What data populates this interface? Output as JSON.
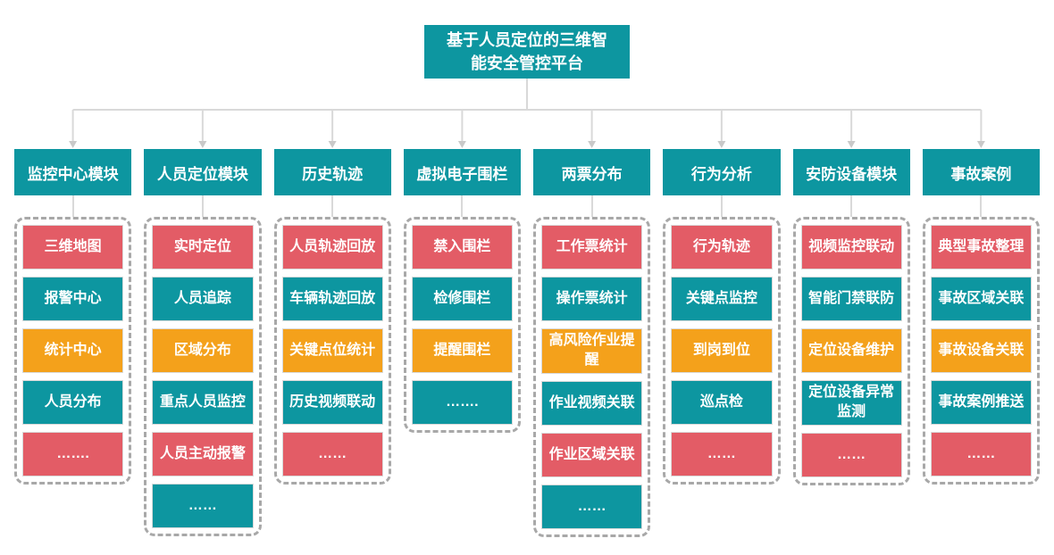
{
  "root": {
    "title": "基于人员定位的三维智\n能安全管控平台"
  },
  "colors": {
    "teal": "#0D96A0",
    "red": "#E35C66",
    "orange": "#F4A11B",
    "connector_line": "#D9D9D9",
    "dashed_border": "#A8A8A8"
  },
  "modules": [
    {
      "title": "监控中心模块",
      "items": [
        {
          "label": "三维地图",
          "color": "red"
        },
        {
          "label": "报警中心",
          "color": "teal"
        },
        {
          "label": "统计中心",
          "color": "orange"
        },
        {
          "label": "人员分布",
          "color": "teal"
        },
        {
          "label": "…….",
          "color": "red"
        }
      ]
    },
    {
      "title": "人员定位模块",
      "items": [
        {
          "label": "实时定位",
          "color": "red"
        },
        {
          "label": "人员追踪",
          "color": "teal"
        },
        {
          "label": "区域分布",
          "color": "orange"
        },
        {
          "label": "重点人员监控",
          "color": "teal"
        },
        {
          "label": "人员主动报警",
          "color": "red"
        },
        {
          "label": "……",
          "color": "teal"
        }
      ]
    },
    {
      "title": "历史轨迹",
      "items": [
        {
          "label": "人员轨迹回放",
          "color": "red"
        },
        {
          "label": "车辆轨迹回放",
          "color": "teal"
        },
        {
          "label": "关键点位统计",
          "color": "orange"
        },
        {
          "label": "历史视频联动",
          "color": "teal"
        },
        {
          "label": "……",
          "color": "red"
        }
      ]
    },
    {
      "title": "虚拟电子围栏",
      "items": [
        {
          "label": "禁入围栏",
          "color": "red"
        },
        {
          "label": "检修围栏",
          "color": "teal"
        },
        {
          "label": "提醒围栏",
          "color": "orange"
        },
        {
          "label": "…….",
          "color": "teal"
        }
      ]
    },
    {
      "title": "两票分布",
      "items": [
        {
          "label": "工作票统计",
          "color": "red"
        },
        {
          "label": "操作票统计",
          "color": "teal"
        },
        {
          "label": "高风险作业提\n醒",
          "color": "orange"
        },
        {
          "label": "作业视频关联",
          "color": "teal"
        },
        {
          "label": "作业区域关联",
          "color": "red"
        },
        {
          "label": "……",
          "color": "teal"
        }
      ]
    },
    {
      "title": "行为分析",
      "items": [
        {
          "label": "行为轨迹",
          "color": "red"
        },
        {
          "label": "关键点监控",
          "color": "teal"
        },
        {
          "label": "到岗到位",
          "color": "orange"
        },
        {
          "label": "巡点检",
          "color": "teal"
        },
        {
          "label": "……",
          "color": "red"
        }
      ]
    },
    {
      "title": "安防设备模块",
      "items": [
        {
          "label": "视频监控联动",
          "color": "red"
        },
        {
          "label": "智能门禁联防",
          "color": "teal"
        },
        {
          "label": "定位设备维护",
          "color": "orange"
        },
        {
          "label": "定位设备异常\n监测",
          "color": "teal"
        },
        {
          "label": "……",
          "color": "red"
        }
      ]
    },
    {
      "title": "事故案例",
      "items": [
        {
          "label": "典型事故整理",
          "color": "red"
        },
        {
          "label": "事故区域关联",
          "color": "teal"
        },
        {
          "label": "事故设备关联",
          "color": "orange"
        },
        {
          "label": "事故案例推送",
          "color": "teal"
        },
        {
          "label": "……",
          "color": "red"
        }
      ]
    }
  ]
}
